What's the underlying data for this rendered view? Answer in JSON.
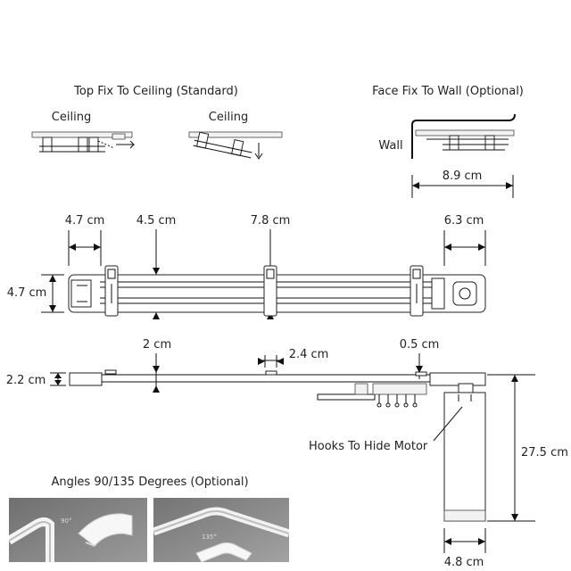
{
  "title_top_fix": "Top Fix To Ceiling (Standard)",
  "title_face_fix": "Face Fix To Wall (Optional)",
  "label_ceiling_1": "Ceiling",
  "label_ceiling_2": "Ceiling",
  "label_wall": "Wall",
  "dim_face_width": "8.9 cm",
  "dim_left_end": "4.7 cm",
  "dim_bracket_1": "4.5 cm",
  "dim_bracket_2": "7.8 cm",
  "dim_right_end": "6.3 cm",
  "dim_track_height": "4.7 cm",
  "dim_side_2cm": "2 cm",
  "dim_side_24cm": "2.4 cm",
  "dim_side_05cm": "0.5 cm",
  "dim_side_22cm": "2.2 cm",
  "label_hooks": "Hooks To Hide Motor",
  "dim_motor_height": "27.5 cm",
  "dim_motor_width": "4.8 cm",
  "title_angles": "Angles 90/135 Degrees (Optional)",
  "photo_angle_90_mark": "90°",
  "photo_angle_135_mark": "135°"
}
